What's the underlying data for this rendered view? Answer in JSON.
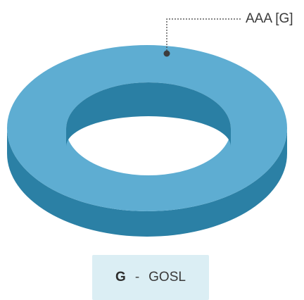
{
  "chart_data": {
    "type": "pie",
    "categories": [
      "G"
    ],
    "values": [
      100
    ],
    "labels": [
      "AAA [G]"
    ],
    "colors": {
      "top": "#5eadd2",
      "side": "#2b80a5",
      "inner_wall": "#2a7fa4",
      "leader": "#3d3d3d"
    }
  },
  "legend": {
    "key": "G",
    "separator": "-",
    "name": "GOSL"
  }
}
